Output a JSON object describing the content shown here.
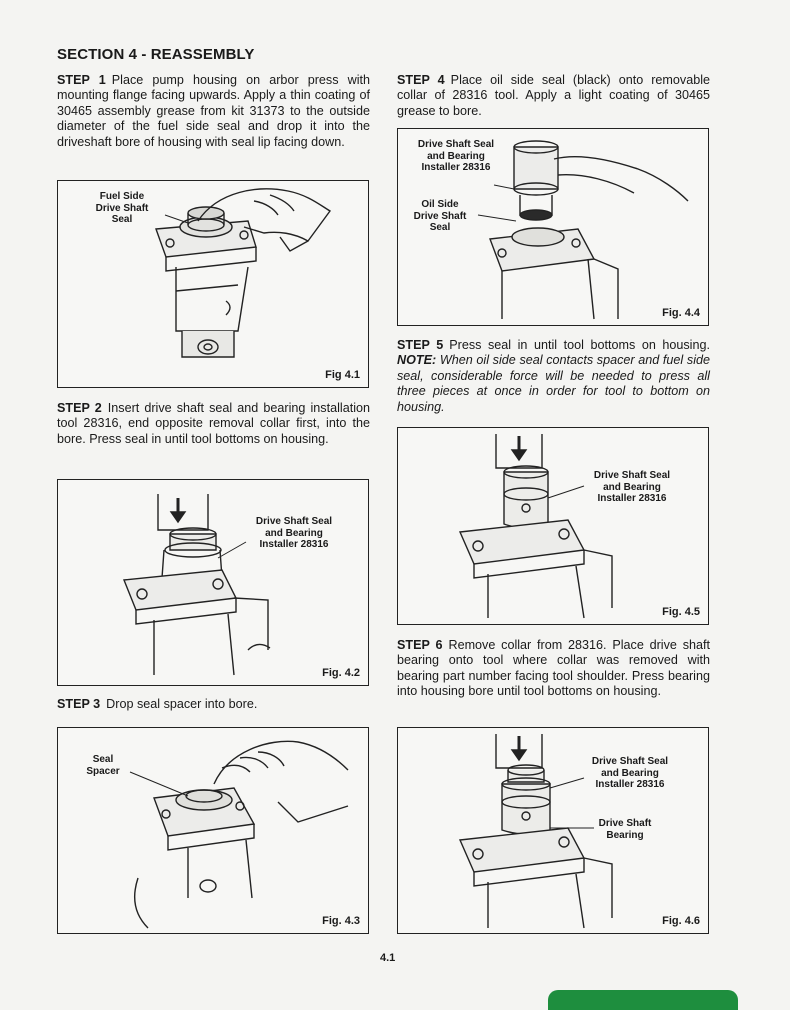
{
  "section_title": "SECTION 4 - REASSEMBLY",
  "steps": {
    "s1": {
      "label": "STEP 1",
      "text": "Place pump housing on arbor press with mounting flange facing upwards. Apply a thin coating of 30465 assembly grease from kit 31373 to the outside diameter of the fuel side seal and drop it into the driveshaft bore of housing with seal lip facing down."
    },
    "s2": {
      "label": "STEP 2",
      "text": "Insert drive shaft seal and bearing installation tool 28316, end opposite removal collar first, into the bore. Press seal in until tool bottoms on housing."
    },
    "s3": {
      "label": "STEP 3",
      "text": "Drop seal spacer into bore."
    },
    "s4": {
      "label": "STEP 4",
      "text": "Place oil side seal (black) onto removable collar of 28316 tool. Apply a light coating of 30465 grease to bore."
    },
    "s5": {
      "label": "STEP 5",
      "text": "Press seal in until tool bottoms on housing.",
      "note_label": "NOTE:",
      "note_text": "When oil side seal contacts spacer and fuel side seal, considerable force will be needed to press all three pieces at once in order for tool to bottom on housing."
    },
    "s6": {
      "label": "STEP 6",
      "text": "Remove collar from 28316. Place drive shaft bearing onto tool where collar was removed with bearing part number facing tool shoulder. Press bearing into housing bore until tool bottoms on housing."
    }
  },
  "figures": {
    "f41": {
      "label": "Fig 4.1",
      "callout": "Fuel Side\nDrive Shaft\nSeal"
    },
    "f42": {
      "label": "Fig. 4.2",
      "callout": "Drive Shaft Seal\nand Bearing\nInstaller 28316"
    },
    "f43": {
      "label": "Fig. 4.3",
      "callout": "Seal\nSpacer"
    },
    "f44": {
      "label": "Fig. 4.4",
      "callout1": "Drive Shaft Seal\nand Bearing\nInstaller 28316",
      "callout2": "Oil Side\nDrive Shaft\nSeal"
    },
    "f45": {
      "label": "Fig. 4.5",
      "callout": "Drive Shaft Seal\nand Bearing\nInstaller 28316"
    },
    "f46": {
      "label": "Fig. 4.6",
      "callout1": "Drive Shaft Seal\nand Bearing\nInstaller 28316",
      "callout2": "Drive Shaft\nBearing"
    }
  },
  "page_number": "4.1"
}
